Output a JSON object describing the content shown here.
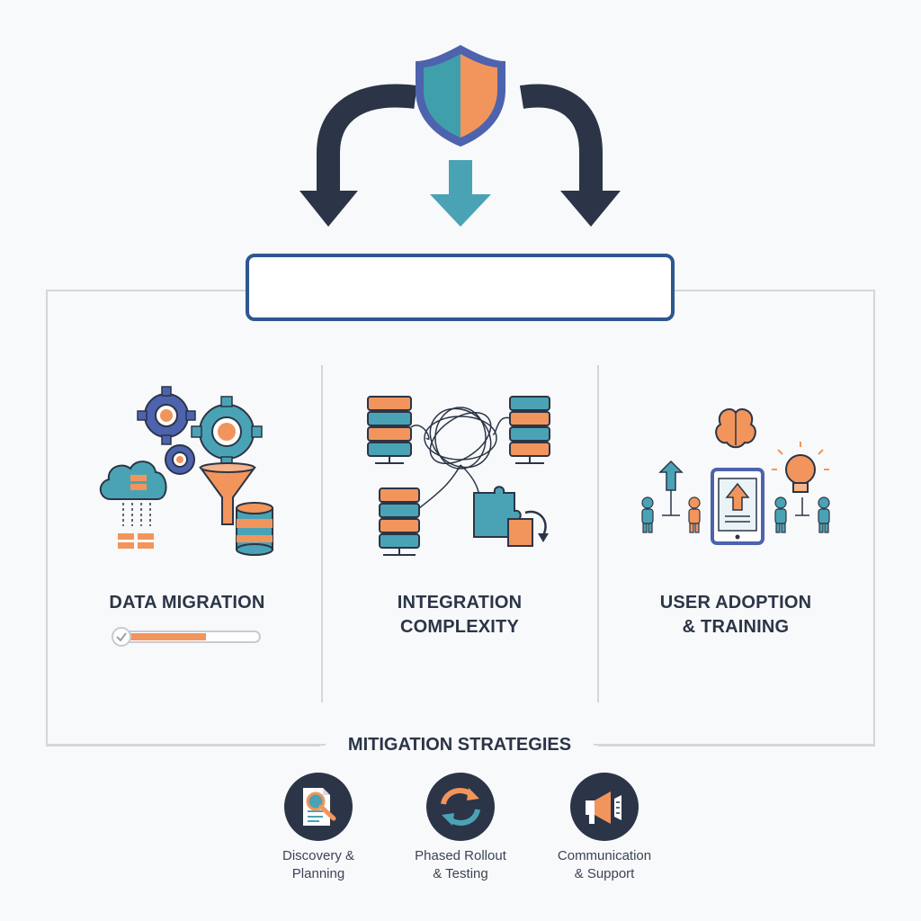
{
  "header": {
    "title": ""
  },
  "columns": [
    {
      "title_line1": "DATA MIGRATION",
      "title_line2": "",
      "icon": "data-migration-icon",
      "progress": 0.6
    },
    {
      "title_line1": "INTEGRATION",
      "title_line2": "COMPLEXITY",
      "icon": "integration-icon"
    },
    {
      "title_line1": "USER ADOPTION",
      "title_line2": "& TRAINING",
      "icon": "user-adoption-icon"
    }
  ],
  "mitigation": {
    "title": "MITIGATION STRATEGIES",
    "items": [
      {
        "line1": "Discovery &",
        "line2": "Planning",
        "icon": "document-search-icon"
      },
      {
        "line1": "Phased Rollout",
        "line2": "& Testing",
        "icon": "cycle-arrows-icon"
      },
      {
        "line1": "Communication",
        "line2": "& Support",
        "icon": "megaphone-icon"
      }
    ]
  },
  "colors": {
    "navy": "#2b3547",
    "teal": "#4aa3b5",
    "orange": "#f2955c",
    "blue": "#4d63ad",
    "border": "#d3d6db"
  }
}
